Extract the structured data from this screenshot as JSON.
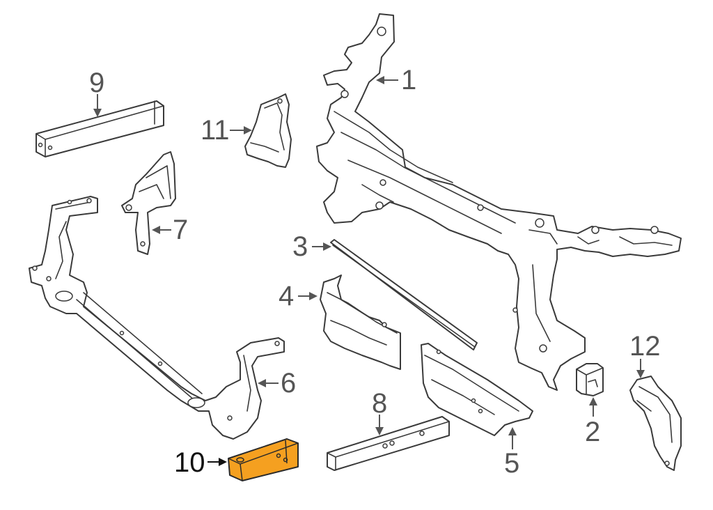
{
  "highlight_color": "#f5a020",
  "line_color": "#3a3a3a",
  "callouts": {
    "c1": "1",
    "c2": "2",
    "c3": "3",
    "c4": "4",
    "c5": "5",
    "c6": "6",
    "c7": "7",
    "c8": "8",
    "c9": "9",
    "c10": "10",
    "c11": "11",
    "c12": "12"
  },
  "highlighted_part": "10"
}
